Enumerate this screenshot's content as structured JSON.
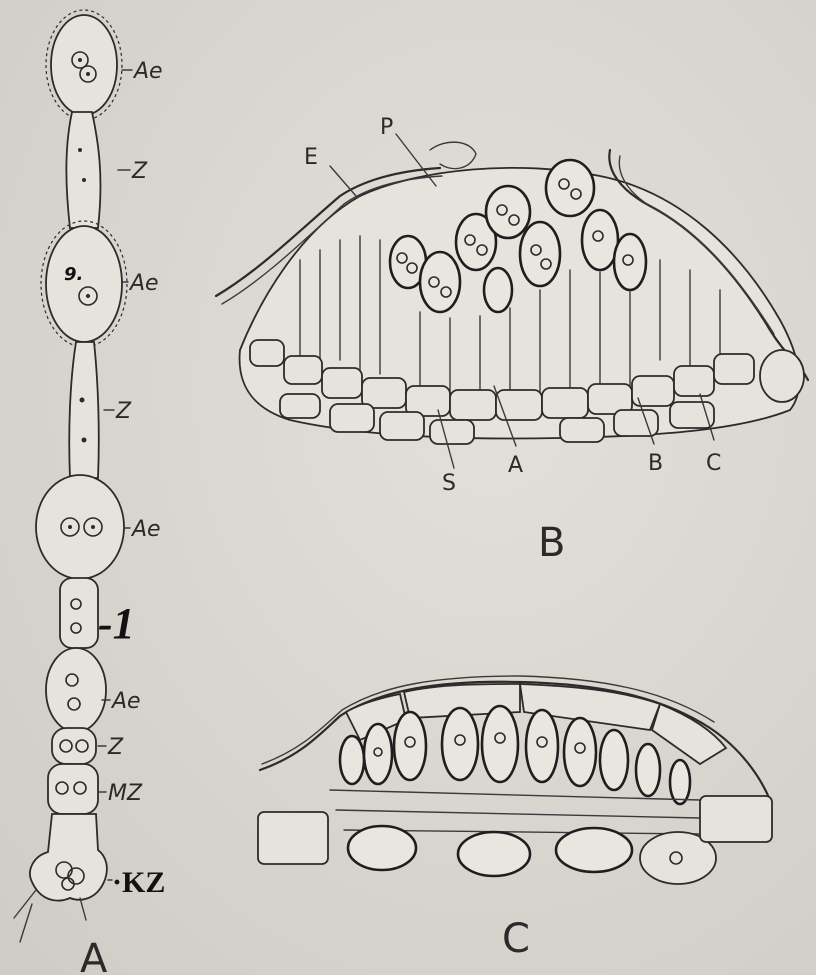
{
  "panels": {
    "a": {
      "panel_label": "A",
      "labels": [
        "Ae",
        "Z",
        "Ae",
        "Z",
        "Ae",
        "Ae",
        "Z",
        "MZ"
      ],
      "nine_mark": "9.",
      "one_mark": "-1",
      "kz_mark": "·KZ"
    },
    "b": {
      "panel_label": "B",
      "labels": [
        "E",
        "P",
        "S",
        "A",
        "B",
        "C"
      ]
    },
    "c": {
      "panel_label": "C"
    }
  }
}
